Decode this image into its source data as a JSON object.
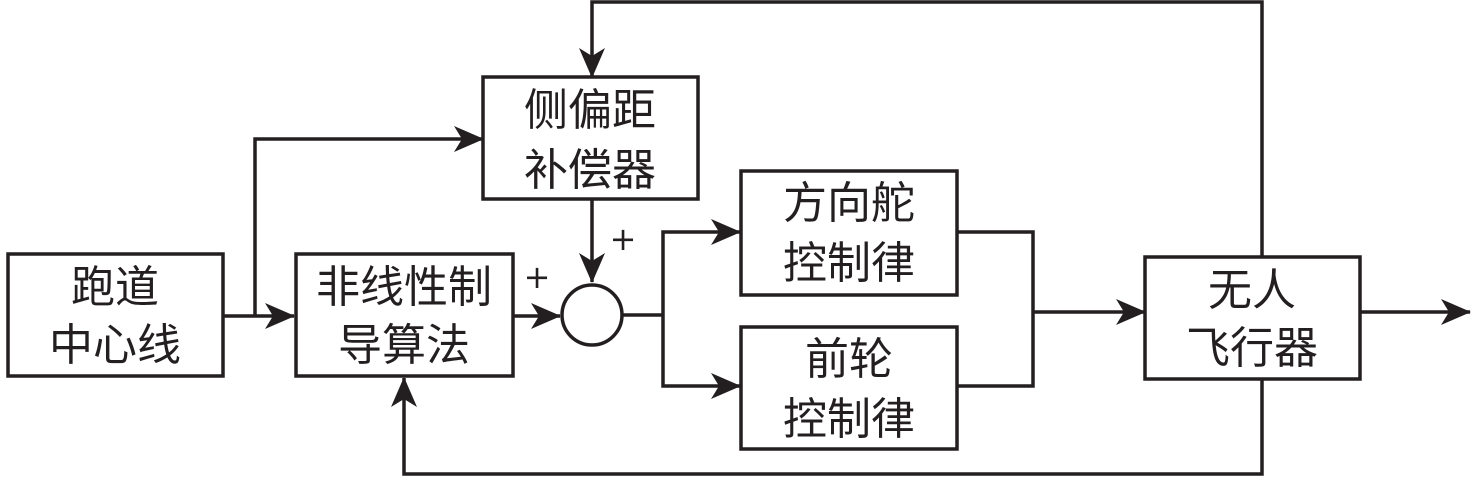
{
  "diagram": {
    "type": "control-block-diagram",
    "blocks": {
      "runway": {
        "line1": "跑道",
        "line2": "中心线"
      },
      "guidance": {
        "line1": "非线性制",
        "line2": "导算法"
      },
      "compensator": {
        "line1": "侧偏距",
        "line2": "补偿器"
      },
      "rudder": {
        "line1": "方向舵",
        "line2": "控制律"
      },
      "nosewheel": {
        "line1": "前轮",
        "line2": "控制律"
      },
      "uav": {
        "line1": "无人",
        "line2": "飞行器"
      }
    },
    "summing_junction": {
      "sign_left": "+",
      "sign_top": "+"
    },
    "connections": [
      {
        "from": "runway",
        "to": "guidance"
      },
      {
        "from": "runway",
        "to": "compensator"
      },
      {
        "from": "guidance",
        "to": "summing_junction",
        "sign": "+"
      },
      {
        "from": "compensator",
        "to": "summing_junction",
        "sign": "+"
      },
      {
        "from": "summing_junction",
        "to": "rudder"
      },
      {
        "from": "summing_junction",
        "to": "nosewheel"
      },
      {
        "from": "rudder",
        "to": "uav"
      },
      {
        "from": "nosewheel",
        "to": "uav"
      },
      {
        "from": "uav",
        "to": "output"
      },
      {
        "from": "uav",
        "to": "compensator",
        "type": "feedback"
      },
      {
        "from": "uav",
        "to": "guidance",
        "type": "feedback"
      }
    ]
  }
}
